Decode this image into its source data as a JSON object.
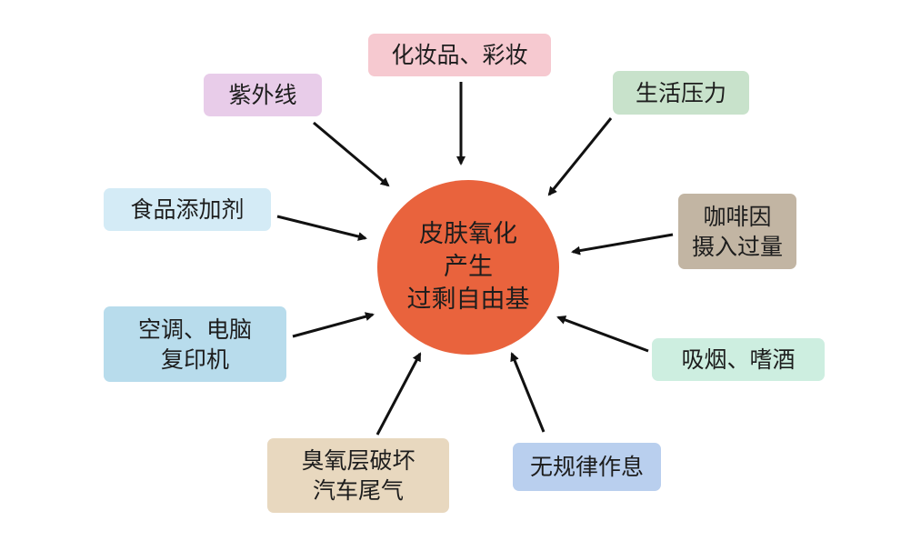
{
  "diagram": {
    "center": {
      "lines": [
        "皮肤氧化",
        "产生",
        "过剩自由基"
      ],
      "color": "#e9633d"
    },
    "nodes": [
      {
        "id": "cosmetics",
        "lines": [
          "化妆品、彩妆"
        ],
        "color": "#f6c9d0"
      },
      {
        "id": "uv",
        "lines": [
          "紫外线"
        ],
        "color": "#e8cce9"
      },
      {
        "id": "life-stress",
        "lines": [
          "生活压力"
        ],
        "color": "#c8e2cb"
      },
      {
        "id": "food-additives",
        "lines": [
          "食品添加剂"
        ],
        "color": "#d4ebf6"
      },
      {
        "id": "caffeine",
        "lines": [
          "咖啡因",
          "摄入过量"
        ],
        "color": "#c2b5a3"
      },
      {
        "id": "electronics",
        "lines": [
          "空调、电脑",
          "复印机"
        ],
        "color": "#b8dcec"
      },
      {
        "id": "smoking-drinking",
        "lines": [
          "吸烟、嗜酒"
        ],
        "color": "#cdeee0"
      },
      {
        "id": "ozone-exhaust",
        "lines": [
          "臭氧层破坏",
          "汽车尾气"
        ],
        "color": "#e8d8bf"
      },
      {
        "id": "irregular-schedule",
        "lines": [
          "无规律作息"
        ],
        "color": "#b9cfee"
      }
    ],
    "arrow_color": "#111111"
  }
}
